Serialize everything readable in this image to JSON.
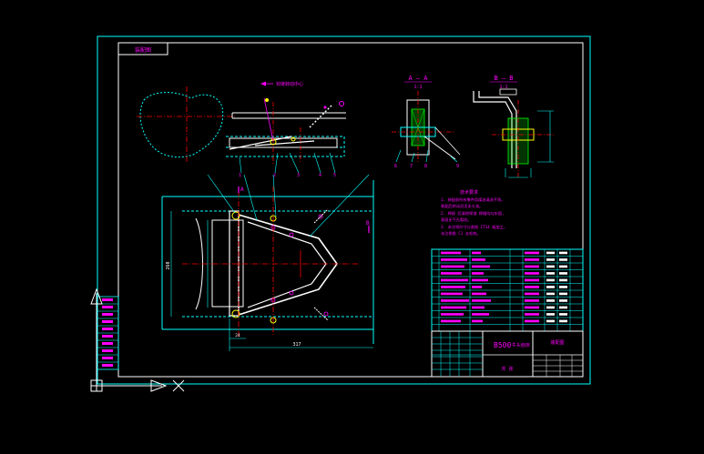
{
  "colors": {
    "background": "#000000",
    "frame": "#FFFFFF",
    "cyan": "#00FFFF",
    "magenta": "#FF00FF",
    "red": "#FF0000",
    "yellow": "#FFFF00",
    "green": "#00FF00",
    "white": "#FFFFFF"
  },
  "drawing": {
    "corner_label": "装配图",
    "section_a_title": "A — A",
    "section_a_scale": "1:1",
    "section_b_title": "B — B",
    "section_b_scale": "1:1",
    "leader_note": "铰链转动中心",
    "view_arrow_a": "A",
    "view_arrow_b": "B",
    "dimension_width": "317",
    "dimension_height": "260",
    "dimension_small": "24",
    "notes_title": "技术要求",
    "notes": [
      "1. 装配前所有零件用煤油清洗干净。",
      "   装配后转动灵活无卡滞。",
      "2. 焊接 后清除焊渣 焊缝均匀牢固,",
      "   表面无气孔裂纹。",
      "3. 未注明尺寸公差按 IT14 级加工,",
      "   未注倒角 C1 去毛刺。"
    ],
    "balloons": [
      "1",
      "2",
      "3",
      "4",
      "5",
      "6",
      "7",
      "8",
      "9"
    ],
    "title_block": {
      "product_name": "B500",
      "drawing_name": "牛头刨床",
      "drawing_code": "装配图",
      "sheet_label": "共 张"
    }
  }
}
